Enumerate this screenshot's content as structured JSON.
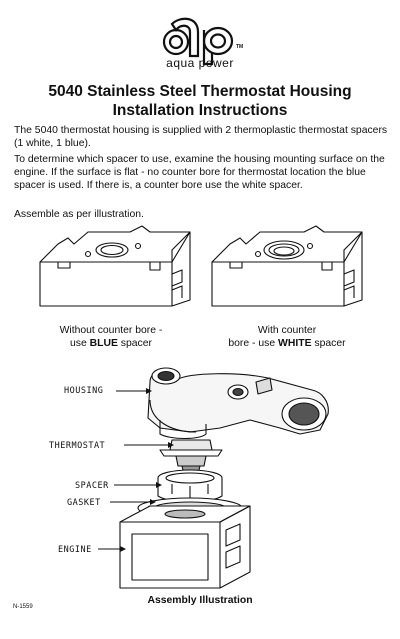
{
  "logo": {
    "tm": "TM",
    "brand": "aqua power"
  },
  "title": {
    "line1": "5040 Stainless Steel Thermostat Housing",
    "line2": "Installation Instructions"
  },
  "paragraphs": {
    "p1": "The 5040 thermostat housing is supplied with 2 thermoplastic thermostat spacers (1 white, 1 blue).",
    "p2": "To determine which spacer to use, examine the housing mounting surface on the engine. If the surface is flat - no counter bore for thermostat location the blue spacer is used.  If there is, a counter bore use the white spacer.",
    "p3": "Assemble as per illustration."
  },
  "captions": {
    "left_line1": "Without counter bore -",
    "left_line2_pre": "use ",
    "left_line2_bold": "BLUE",
    "left_line2_post": " spacer",
    "right_line1": "With counter",
    "right_line2_pre": "bore - use ",
    "right_line2_bold": "WHITE",
    "right_line2_post": " spacer"
  },
  "labels": {
    "housing": "HOUSING",
    "thermostat": "THERMOSTAT",
    "spacer": "SPACER",
    "gasket": "GASKET",
    "engine": "ENGINE"
  },
  "assembly_caption": "Assembly Illustration",
  "doc_code": "N-1559"
}
